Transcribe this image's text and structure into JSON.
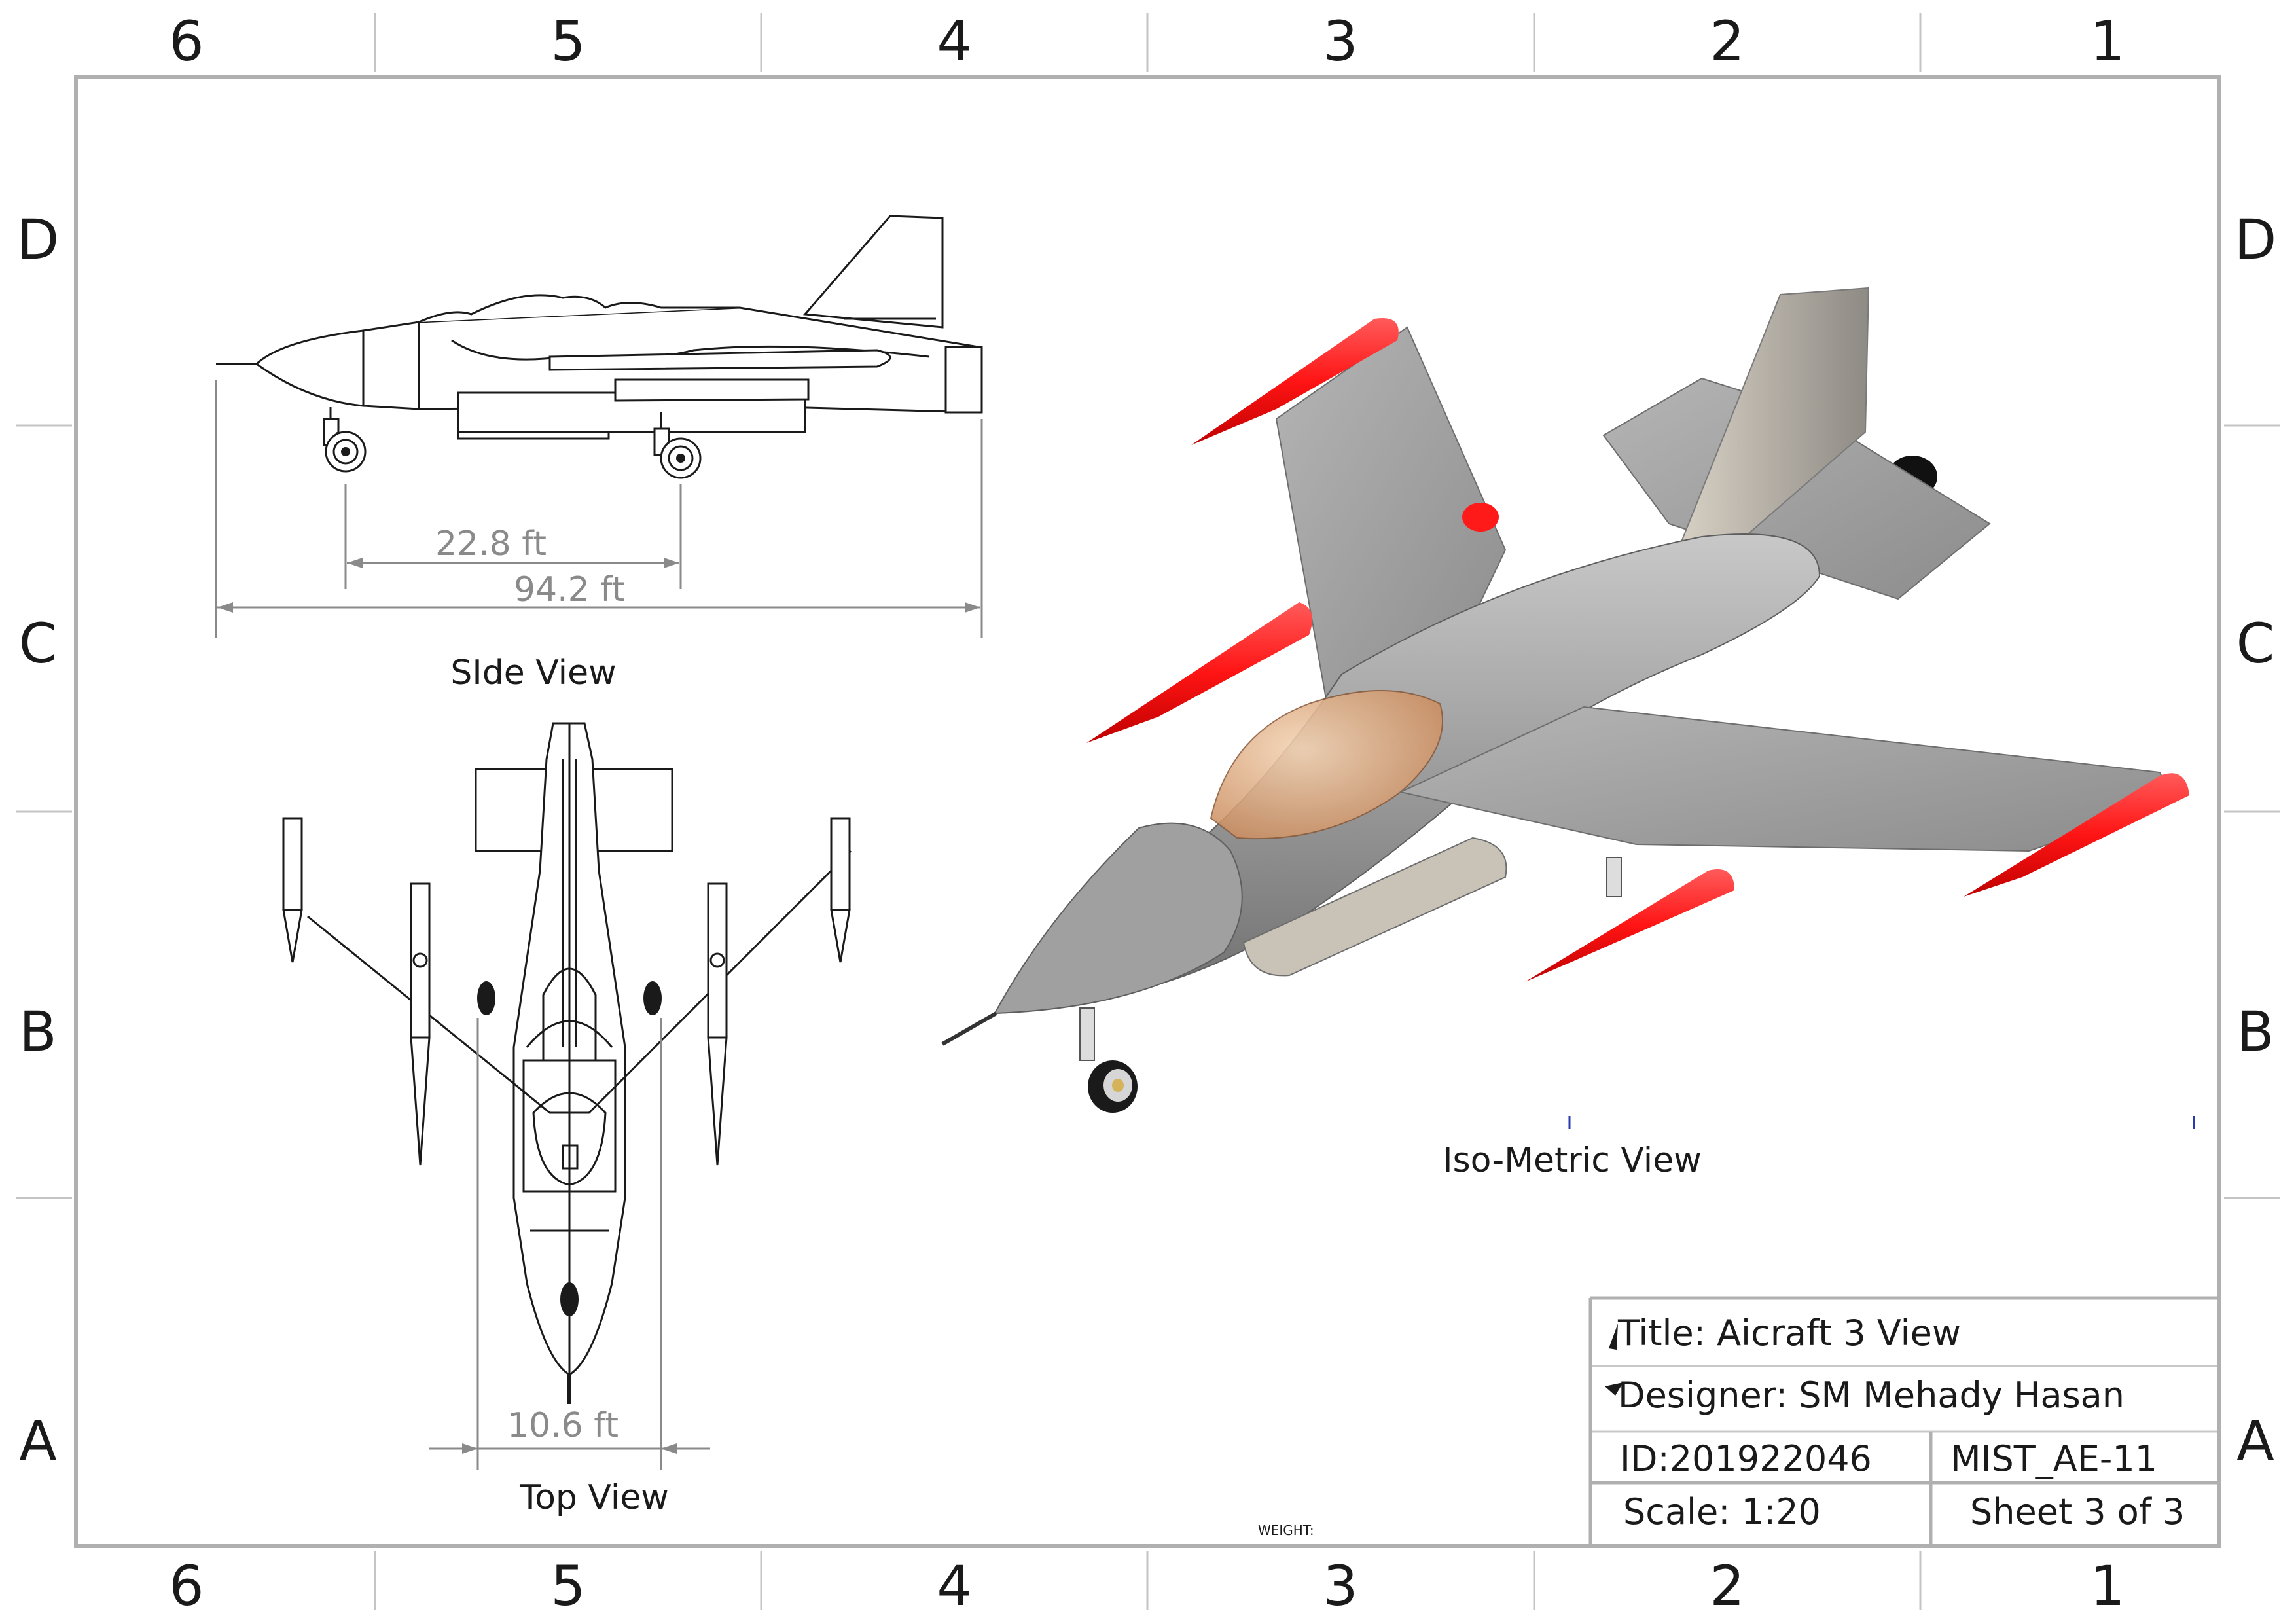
{
  "zones": {
    "columns": [
      "6",
      "5",
      "4",
      "3",
      "2",
      "1"
    ],
    "rows": [
      "D",
      "C",
      "B",
      "A"
    ]
  },
  "views": {
    "side_label": "SIde View",
    "top_label": "Top View",
    "iso_label": "Iso-Metric View"
  },
  "dimensions": {
    "wheelbase": "22.8 ft",
    "overall_length": "94.2 ft",
    "track_width": "10.6 ft"
  },
  "title_block": {
    "title": "Title: Aicraft 3 View",
    "designer": "Designer: SM Mehady Hasan",
    "id": "ID:201922046",
    "course": "MIST_AE-11",
    "scale": "Scale: 1:20",
    "sheet": "Sheet 3 of 3",
    "weight": "WEIGHT:"
  },
  "colors": {
    "frame": "#b0b0b0",
    "fuselage": "#9a9a9a",
    "missile": "#ff1a1a",
    "canopy": "#e8b48a",
    "dimension": "#8a8a8a"
  }
}
